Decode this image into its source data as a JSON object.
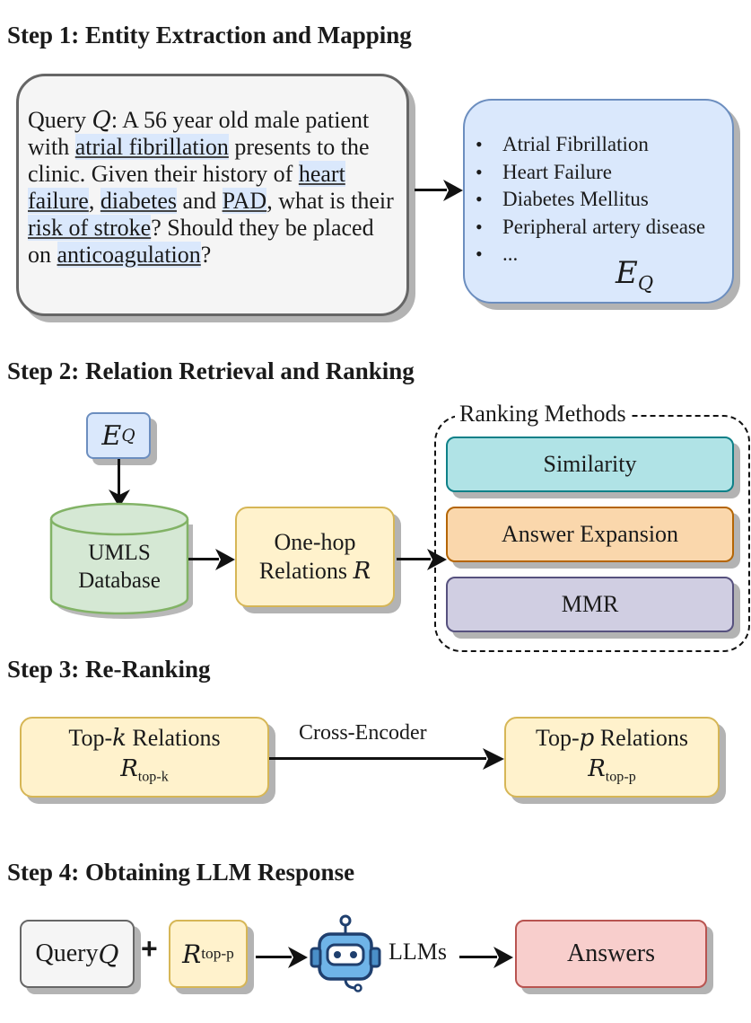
{
  "step1": {
    "title": "Step 1: Entity Extraction and Mapping",
    "query": {
      "prefix": "Query ",
      "q_symbol": "Q",
      "t1": ": A 56 year old male patient with ",
      "e1": "atrial fibrillation",
      "t2": " presents to the clinic. Given their history of ",
      "e2": "heart failure",
      "t3": ", ",
      "e3": "diabetes",
      "t4": " and ",
      "e4": "PAD",
      "t5": ", what is their ",
      "e5": "risk of stroke",
      "t6": "? Should they be placed on ",
      "e6": "anticoagulation",
      "t7": "?"
    },
    "entities": [
      "Atrial Fibrillation",
      "Heart Failure",
      "Diabetes Mellitus",
      "Peripheral artery disease",
      "..."
    ],
    "eq": {
      "base": "E",
      "sub": "Q"
    }
  },
  "step2": {
    "title": "Step 2: Relation Retrieval and Ranking",
    "eq": {
      "base": "E",
      "sub": "Q"
    },
    "db_line1": "UMLS",
    "db_line2": "Database",
    "onehop_line1": "One-hop",
    "onehop_line2": "Relations ",
    "onehop_symbol": "R",
    "ranking_title": "Ranking Methods",
    "methods": [
      "Similarity",
      "Answer Expansion",
      "MMR"
    ],
    "colors": {
      "similarity": "#b0e3e6",
      "answer_expansion": "#fad7ac",
      "mmr": "#d0cee2"
    }
  },
  "step3": {
    "title": "Step 3: Re-Ranking",
    "topk_pre": "Top-",
    "topk_k": "k",
    "topk_post": " Relations",
    "topk_R": "R",
    "topk_sub": "top-k",
    "edge_label": "Cross-Encoder",
    "topp_pre": "Top-",
    "topp_p": "p",
    "topp_post": " Relations",
    "topp_R": "R",
    "topp_sub": "top-p"
  },
  "step4": {
    "title": "Step 4: Obtaining LLM Response",
    "query_text": "Query ",
    "query_symbol": "Q",
    "plus": "+",
    "r_base": "R",
    "r_sub": "top-p",
    "llm_label": "LLMs",
    "answers": "Answers",
    "icon": "robot-icon"
  }
}
